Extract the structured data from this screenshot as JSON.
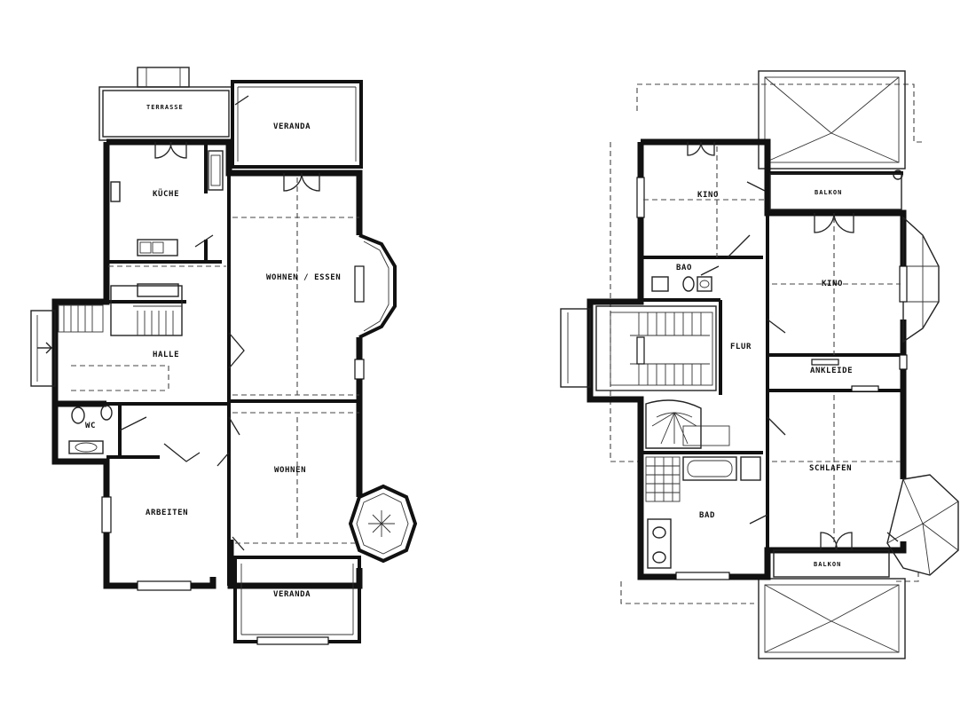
{
  "ground_floor": {
    "rooms": {
      "terrasse": "TERRASSE",
      "veranda_top": "VERANDA",
      "kueche": "KÜCHE",
      "wohnen_essen": "WOHNEN / ESSEN",
      "halle": "HALLE",
      "wc": "WC",
      "arbeiten": "ARBEITEN",
      "wohnen": "WOHNEN",
      "veranda_bottom": "VERANDA"
    }
  },
  "upper_floor": {
    "rooms": {
      "kind_top": "KINO",
      "balkon_top": "BALKON",
      "kind_right": "KINO",
      "bad_small": "BAO",
      "flur": "FLUR",
      "ankleide": "ANKLEIDE",
      "schlafen": "SCHLAFEN",
      "bad_large": "BAD",
      "balkon_bottom": "BALKON"
    }
  }
}
